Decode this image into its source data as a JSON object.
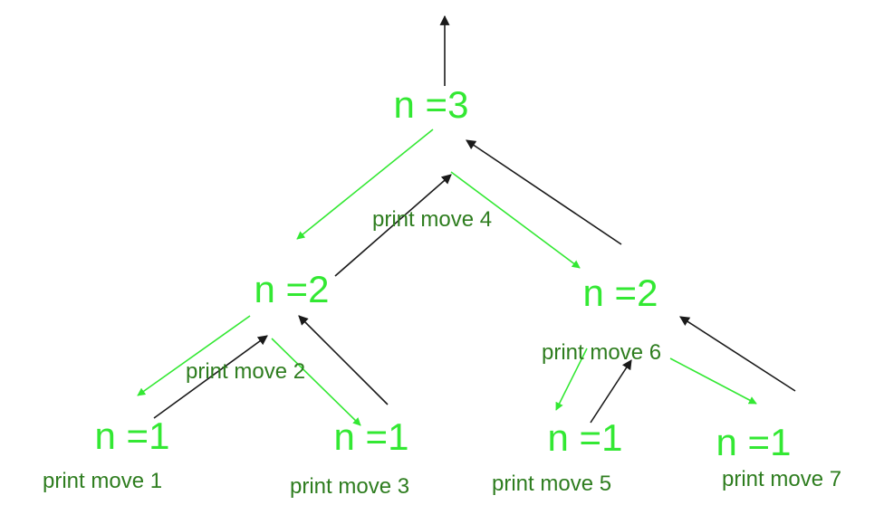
{
  "colors": {
    "node_text": "#33e833",
    "move_text": "#2e7d1f",
    "call_arrow": "#33e833",
    "return_arrow": "#1a1a1a",
    "background": "#ffffff"
  },
  "nodes": {
    "root": {
      "label": "n =3"
    },
    "left_mid": {
      "label": "n =2"
    },
    "right_mid": {
      "label": "n =2"
    },
    "leaf_1": {
      "label": "n =1"
    },
    "leaf_2": {
      "label": "n =1"
    },
    "leaf_3": {
      "label": "n =1"
    },
    "leaf_4": {
      "label": "n =1"
    }
  },
  "moves": {
    "move_1": "print move 1",
    "move_2": "print move 2",
    "move_3": "print move 3",
    "move_4": "print move 4",
    "move_5": "print move 5",
    "move_6": "print move 6",
    "move_7": "print move 7"
  },
  "edge_legend": {
    "call": "green arrow",
    "return": "black arrow"
  }
}
